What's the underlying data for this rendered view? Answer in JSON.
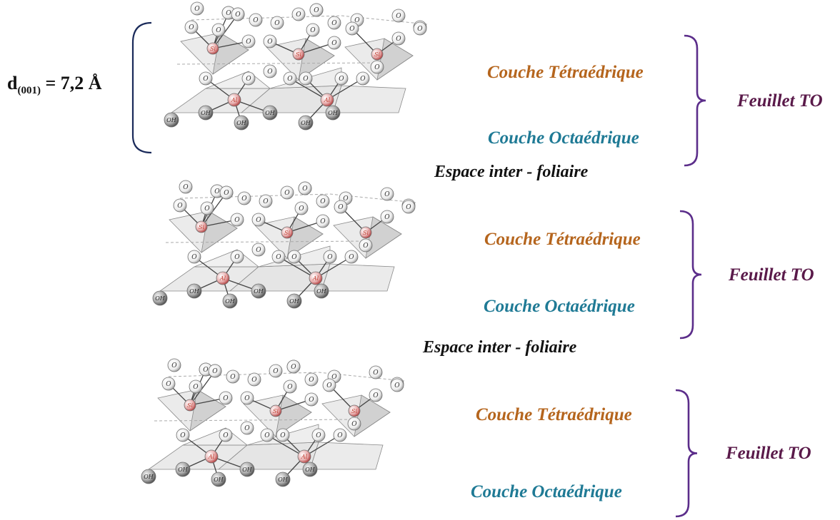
{
  "spacing": {
    "symbol": "d",
    "subscript": "(001)",
    "value": "= 7,2 Å"
  },
  "layers": [
    {
      "tetra": "Couche Tétraédrique",
      "octa": "Couche Octaédrique",
      "sheet": "Feuillet TO"
    },
    {
      "tetra": "Couche Tétraédrique",
      "octa": "Couche Octaédrique",
      "sheet": "Feuillet TO"
    },
    {
      "tetra": "Couche Tétraédrique",
      "octa": "Couche Octaédrique",
      "sheet": "Feuillet TO"
    }
  ],
  "interlayer": [
    {
      "label": "Espace inter - foliaire"
    },
    {
      "label": "Espace inter - foliaire"
    }
  ],
  "atoms": {
    "oxygen": "O",
    "silicon": "Si",
    "aluminium": "Al",
    "hydroxyl": "OH"
  },
  "colors": {
    "tetra": "#b5651d",
    "octa": "#1f7a95",
    "sheet": "#5a1a4a",
    "brace": "#5b2d8a",
    "cation": "#c0392b"
  }
}
